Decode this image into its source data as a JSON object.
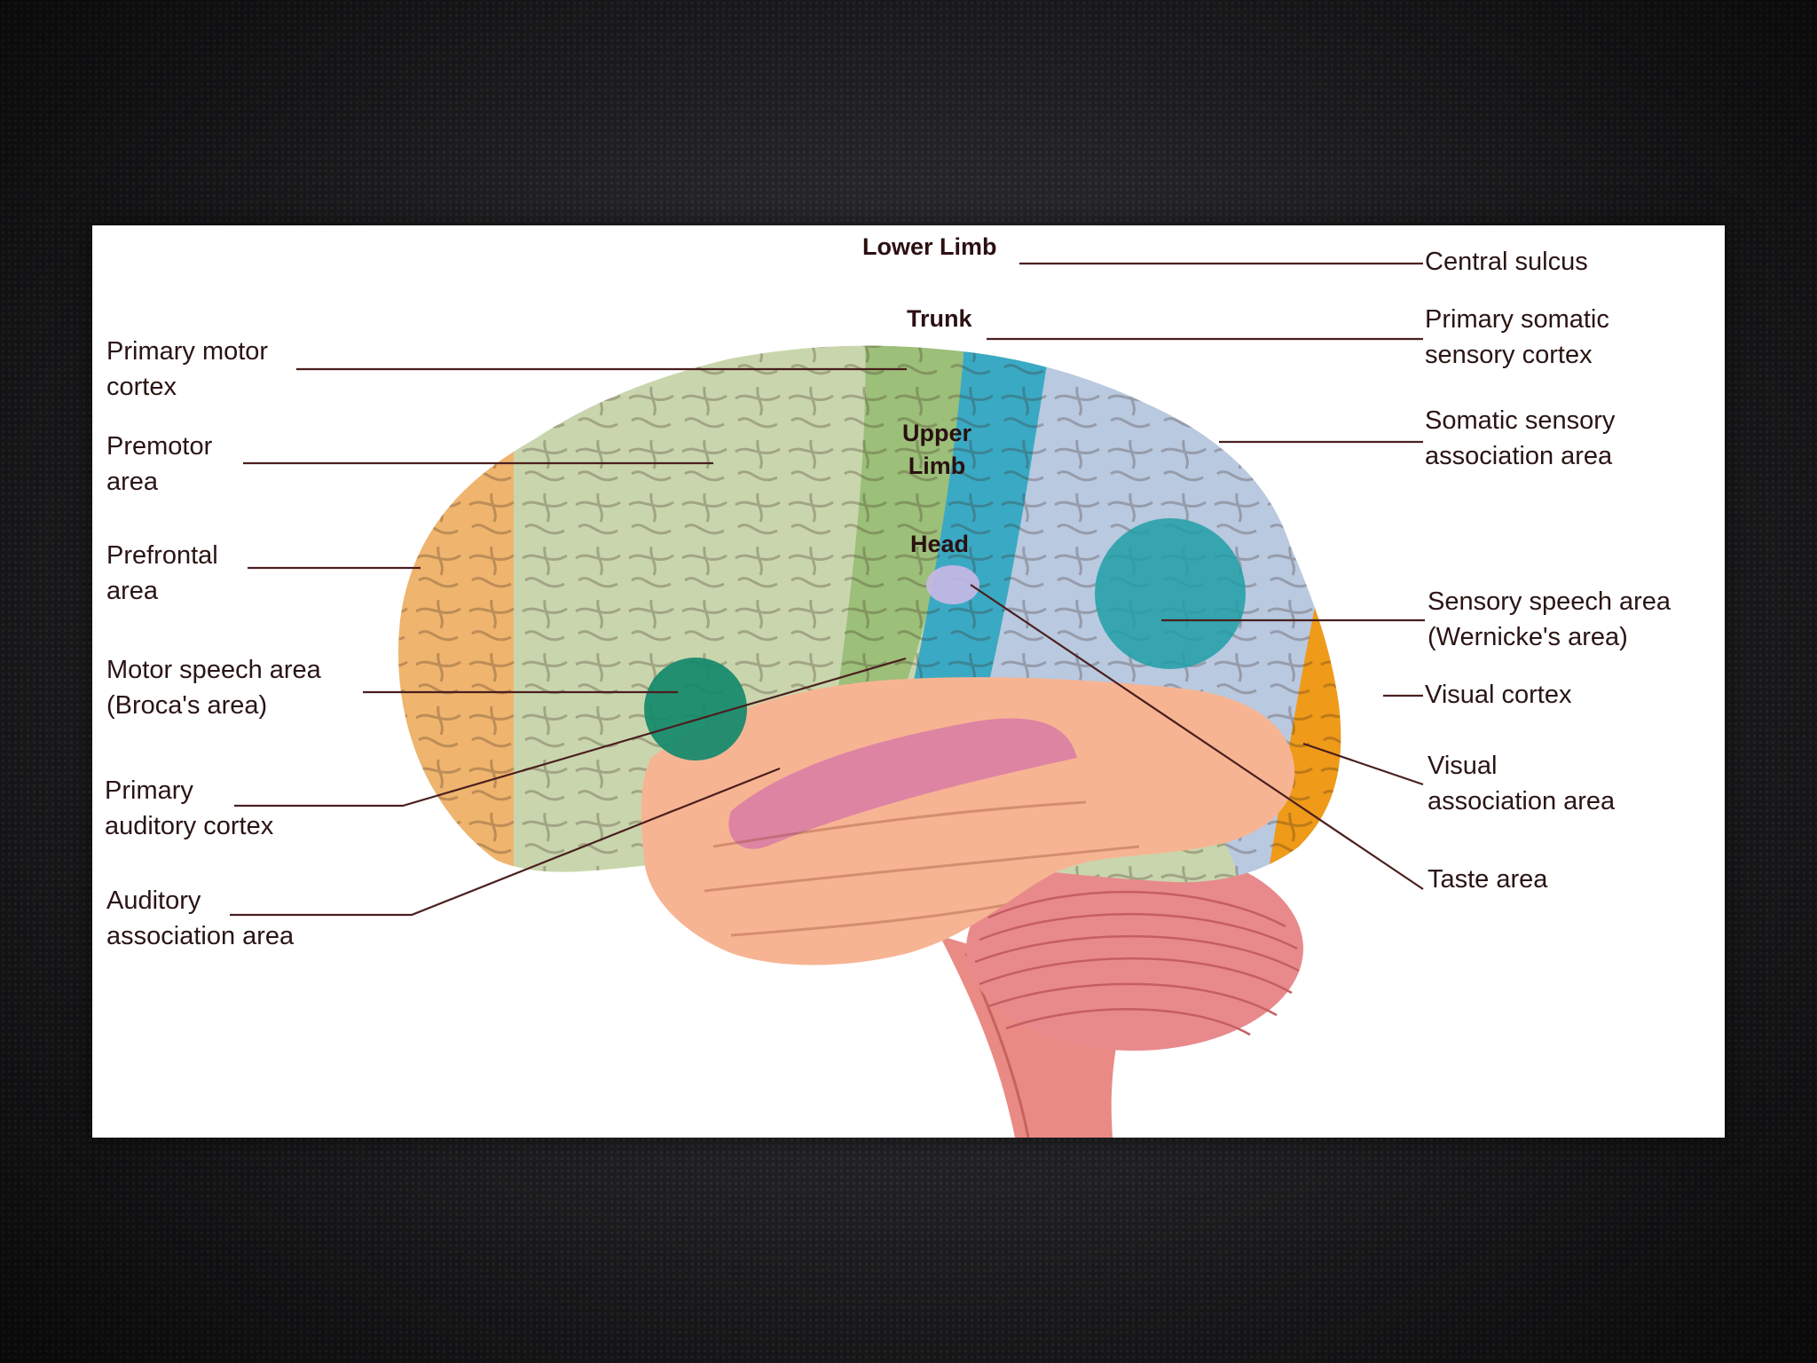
{
  "diagram": {
    "left_labels": [
      {
        "id": "primary-motor-cortex",
        "lines": [
          "Primary motor",
          "cortex"
        ]
      },
      {
        "id": "premotor-area",
        "lines": [
          "Premotor",
          "area"
        ]
      },
      {
        "id": "prefrontal-area",
        "lines": [
          "Prefrontal",
          "area"
        ]
      },
      {
        "id": "motor-speech-area",
        "lines": [
          "Motor speech area",
          "(Broca's area)"
        ]
      },
      {
        "id": "primary-auditory-cortex",
        "lines": [
          "Primary",
          "auditory cortex"
        ]
      },
      {
        "id": "auditory-association-area",
        "lines": [
          "Auditory",
          "association area"
        ]
      }
    ],
    "right_labels": [
      {
        "id": "central-sulcus",
        "lines": [
          "Central sulcus"
        ]
      },
      {
        "id": "primary-somatic-sensory-cortex",
        "lines": [
          "Primary somatic",
          "sensory cortex"
        ]
      },
      {
        "id": "somatic-sensory-association-area",
        "lines": [
          "Somatic sensory",
          "association area"
        ]
      },
      {
        "id": "sensory-speech-area",
        "lines": [
          "Sensory speech area",
          "(Wernicke's area)"
        ]
      },
      {
        "id": "visual-cortex",
        "lines": [
          "Visual cortex"
        ]
      },
      {
        "id": "visual-association-area",
        "lines": [
          "Visual",
          "association area"
        ]
      },
      {
        "id": "taste-area",
        "lines": [
          "Taste area"
        ]
      }
    ],
    "motor_strip_labels": [
      {
        "id": "lower-limb",
        "lines": [
          "Lower Limb"
        ]
      },
      {
        "id": "trunk",
        "lines": [
          "Trunk"
        ]
      },
      {
        "id": "upper-limb",
        "lines": [
          "Upper",
          "Limb"
        ]
      },
      {
        "id": "head",
        "lines": [
          "Head"
        ]
      }
    ],
    "colors": {
      "prefrontal": "#efb46e",
      "premotor": "#c9d6ad",
      "primary_motor": "#9cbf7a",
      "somatic_sensory": "#3aa9c4",
      "somatic_association": "#b9c9e0",
      "wernicke": "#1e9fa6",
      "broca": "#13896b",
      "temporal": "#f7b493",
      "auditory": "#d97ba6",
      "visual_association": "#ef9a18",
      "visual_cortex": "#f5cf18",
      "cerebellum": "#e88a8c",
      "brainstem": "#e98a84",
      "leader_line": "#4a1f1f",
      "background": "#1c1c1f"
    }
  }
}
